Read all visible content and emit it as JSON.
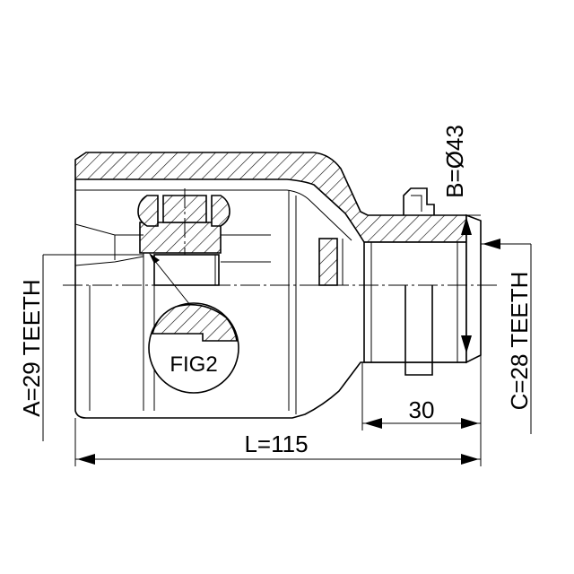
{
  "labels": {
    "length": "L=115",
    "diameter": "B=Ø43",
    "spline_length": "30",
    "teeth_a": "A=29 TEETH",
    "teeth_c": "C=28 TEETH",
    "figure": "FIG2"
  }
}
